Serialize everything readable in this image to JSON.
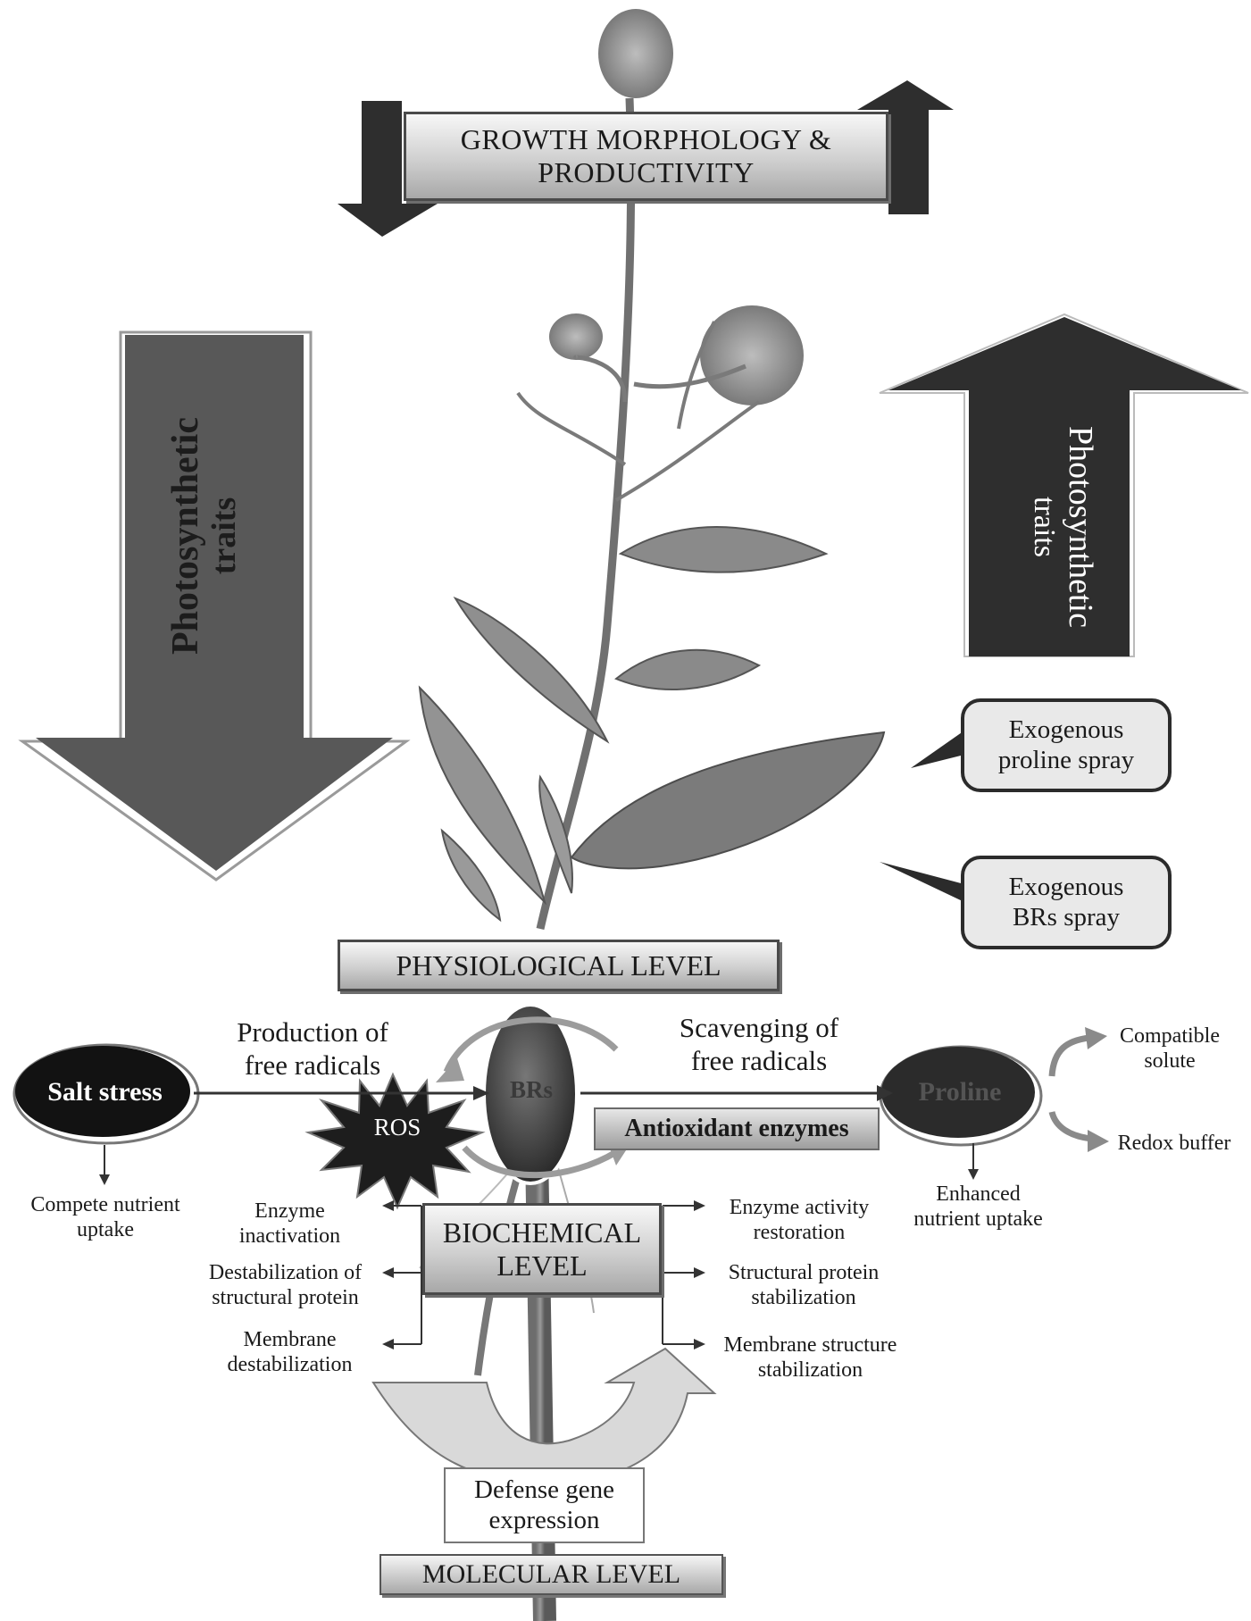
{
  "title_box": {
    "line1": "GROWTH MORPHOLOGY &",
    "line2": "PRODUCTIVITY"
  },
  "left_arrow": {
    "line1": "Photosynthetic",
    "line2": "traits"
  },
  "right_arrow": {
    "line1": "Photosynthetic",
    "line2": "traits"
  },
  "spray_proline": {
    "line1": "Exogenous",
    "line2": "proline spray"
  },
  "spray_brs": {
    "line1": "Exogenous",
    "line2": "BRs spray"
  },
  "physiological_level": "PHYSIOLOGICAL LEVEL",
  "production_label": {
    "line1": "Production of",
    "line2": "free radicals"
  },
  "scavenging_label": {
    "line1": "Scavenging of",
    "line2": "free radicals"
  },
  "salt_stress": "Salt stress",
  "ros": "ROS",
  "brs": "BRs",
  "antioxidant": "Antioxidant enzymes",
  "proline": "Proline",
  "compatible_solute": {
    "line1": "Compatible",
    "line2": "solute"
  },
  "redox_buffer": "Redox buffer",
  "compete_nutrient": {
    "line1": "Compete nutrient",
    "line2": "uptake"
  },
  "enhanced_nutrient": {
    "line1": "Enhanced",
    "line2": "nutrient uptake"
  },
  "biochemical_level": {
    "line1": "BIOCHEMICAL",
    "line2": "LEVEL"
  },
  "left_effects": [
    {
      "line1": "Enzyme",
      "line2": "inactivation"
    },
    {
      "line1": "Destabilization of",
      "line2": "structural protein"
    },
    {
      "line1": "Membrane",
      "line2": "destabilization"
    }
  ],
  "right_effects": [
    {
      "line1": "Enzyme activity",
      "line2": "restoration"
    },
    {
      "line1": "Structural protein",
      "line2": "stabilization"
    },
    {
      "line1": "Membrane structure",
      "line2": "stabilization"
    }
  ],
  "defense_gene": {
    "line1": "Defense gene",
    "line2": "expression"
  },
  "molecular_level": "MOLECULAR LEVEL",
  "colors": {
    "dark_arrow": "#2e2e2e",
    "mid_arrow": "#585858",
    "oval": "#121212",
    "box_fill": "#d4d4d4"
  }
}
